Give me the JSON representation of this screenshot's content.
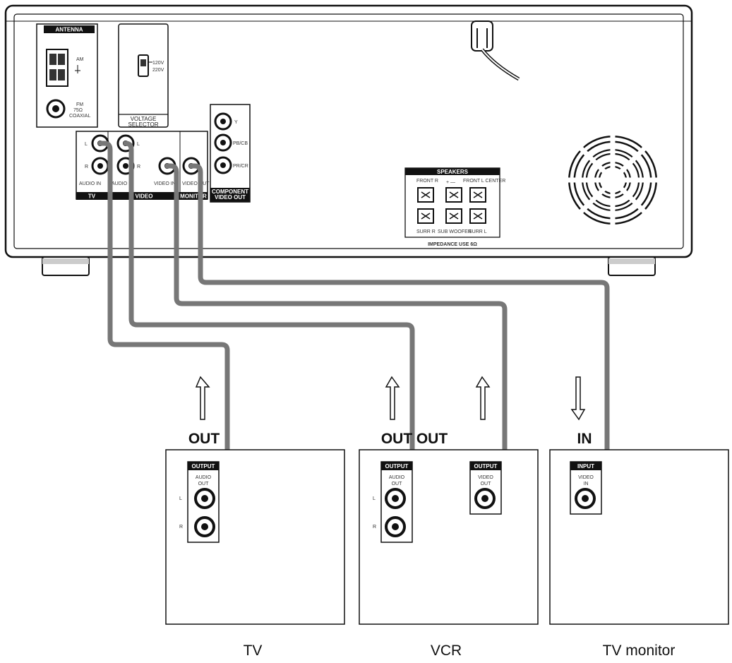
{
  "receiver": {
    "antenna": {
      "header": "ANTENNA",
      "am_label": "AM",
      "fm_label": "FM\n75Ω\nCOAXIAL"
    },
    "voltage_selector": {
      "header": "VOLTAGE\nSELECTOR",
      "options": [
        "120V",
        "220V"
      ]
    },
    "tv_group": {
      "label": "TV",
      "jack_l": "L",
      "jack_r": "R",
      "caption": "AUDIO IN"
    },
    "video_group": {
      "label": "VIDEO",
      "jack_l": "L",
      "jack_r": "R",
      "audio_caption": "AUDIO IN",
      "video_caption": "VIDEO IN"
    },
    "monitor_group": {
      "label": "MONITOR",
      "caption": "VIDEO OUT"
    },
    "component": {
      "header": "COMPONENT\nVIDEO OUT",
      "jacks": [
        "Y",
        "PB/CB",
        "PR/CR"
      ]
    },
    "speakers": {
      "header": "SPEAKERS",
      "top_labels": [
        "FRONT R",
        "+ —",
        "FRONT L CENTER"
      ],
      "bottom_labels": [
        "SURR R",
        "SUB WOOFER",
        "SURR L"
      ],
      "impedance": "IMPEDANCE USE 6Ω"
    }
  },
  "flow_labels": {
    "tv_out": "OUT",
    "vcr_out_audio": "OUT",
    "vcr_out_video": "OUT",
    "monitor_in": "IN"
  },
  "devices": [
    {
      "name": "TV",
      "panel_header": "OUTPUT",
      "panel_label": "AUDIO\nOUT",
      "jack_labels": [
        "L",
        "R"
      ]
    },
    {
      "name": "VCR",
      "panels": [
        {
          "panel_header": "OUTPUT",
          "panel_label": "AUDIO\nOUT",
          "jack_labels": [
            "L",
            "R"
          ]
        },
        {
          "panel_header": "OUTPUT",
          "panel_label": "VIDEO\nOUT"
        }
      ]
    },
    {
      "name": "TV monitor",
      "panel_header": "INPUT",
      "panel_label": "VIDEO\nIN"
    }
  ],
  "colors": {
    "cable": "#777777",
    "outline": "#111111",
    "panel_header": "#111111"
  }
}
